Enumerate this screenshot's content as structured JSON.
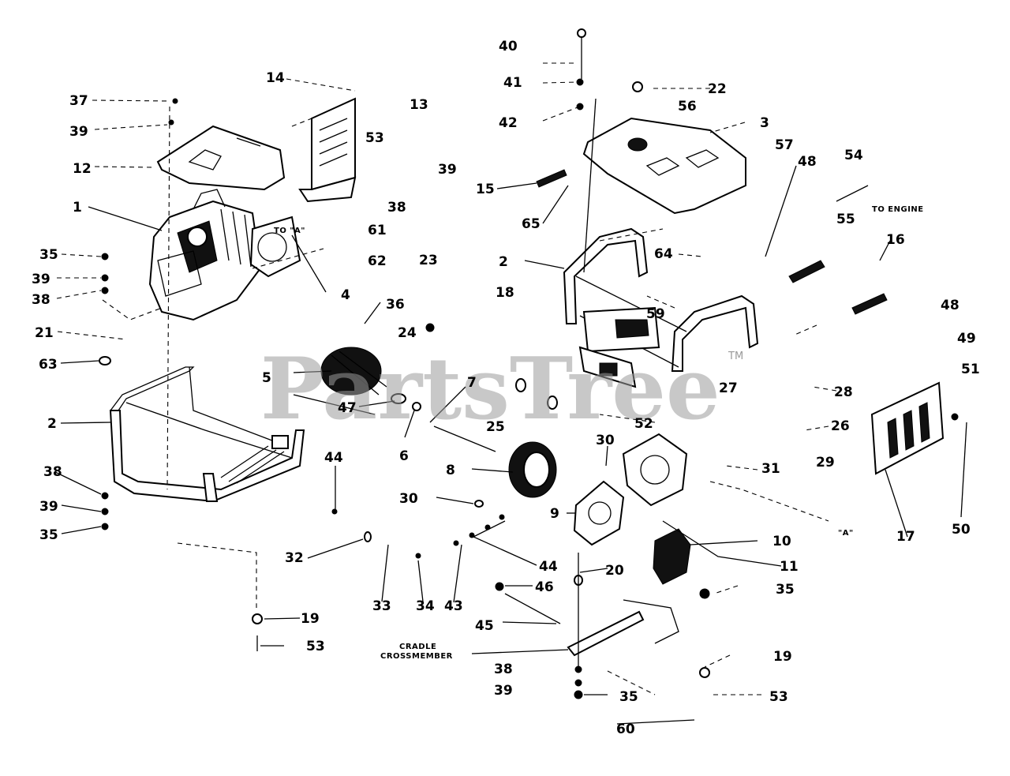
{
  "diagram": {
    "watermark": "PartsTree",
    "watermark_tm": "TM",
    "labels": {
      "l1": "1",
      "l2a": "2",
      "l2b": "2",
      "l3": "3",
      "l4": "4",
      "l5": "5",
      "l6": "6",
      "l7": "7",
      "l8": "8",
      "l9": "9",
      "l10": "10",
      "l11": "11",
      "l12": "12",
      "l13": "13",
      "l14": "14",
      "l15": "15",
      "l16": "16",
      "l17": "17",
      "l18": "18",
      "l19a": "19",
      "l19b": "19",
      "l20": "20",
      "l21": "21",
      "l22": "22",
      "l23": "23",
      "l24": "24",
      "l25": "25",
      "l26": "26",
      "l27": "27",
      "l28": "28",
      "l29": "29",
      "l30a": "30",
      "l30b": "30",
      "l31": "31",
      "l32": "32",
      "l33": "33",
      "l34": "34",
      "l35a": "35",
      "l35b": "35",
      "l35c": "35",
      "l35d": "35",
      "l36": "36",
      "l37": "37",
      "l38a": "38",
      "l38b": "38",
      "l38c": "38",
      "l38d": "38",
      "l39a": "39",
      "l39b": "39",
      "l39c": "39",
      "l39d": "39",
      "l39e": "39",
      "l40": "40",
      "l41": "41",
      "l42": "42",
      "l43": "43",
      "l44a": "44",
      "l44b": "44",
      "l45": "45",
      "l46": "46",
      "l47": "47",
      "l48a": "48",
      "l48b": "48",
      "l49": "49",
      "l50": "50",
      "l51": "51",
      "l52": "52",
      "l53a": "53",
      "l53b": "53",
      "l53c": "53",
      "l54": "54",
      "l55": "55",
      "l56": "56",
      "l57": "57",
      "l59": "59",
      "l60": "60",
      "l61": "61",
      "l62": "62",
      "l63": "63",
      "l64": "64",
      "l65": "65"
    },
    "captions": {
      "to_a": "TO \"A\"",
      "to_engine": "TO ENGINE",
      "a_ref": "\"A\"",
      "cradle": "CRADLE",
      "crossmember": "CROSSMEMBER"
    }
  }
}
